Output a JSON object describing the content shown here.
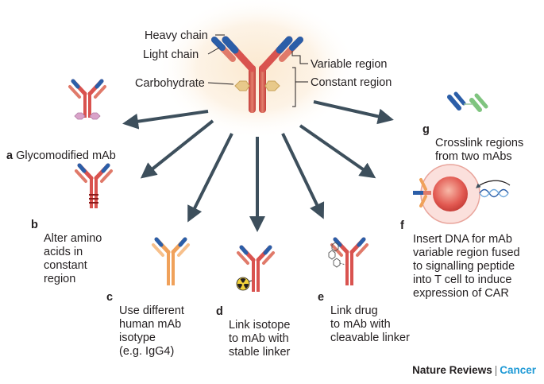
{
  "center_labels": {
    "heavy_chain": "Heavy chain",
    "light_chain": "Light chain",
    "carbohydrate": "Carbohydrate",
    "variable_region": "Variable region",
    "constant_region": "Constant region"
  },
  "items": [
    {
      "letter": "a",
      "text": "Glycomodified mAb"
    },
    {
      "letter": "b",
      "text": "Alter amino\nacids in\nconstant\nregion"
    },
    {
      "letter": "c",
      "text": "Use different\nhuman mAb\nisotype\n(e.g. IgG4)"
    },
    {
      "letter": "d",
      "text": "Link isotope\nto mAb with\nstable linker"
    },
    {
      "letter": "e",
      "text": "Link drug\nto mAb with\ncleavable linker"
    },
    {
      "letter": "f",
      "text": "Insert DNA for mAb\nvariable region fused\nto signalling peptide\ninto T cell to induce\nexpression of CAR"
    },
    {
      "letter": "g",
      "text": "Crosslink regions\nfrom two mAbs"
    }
  ],
  "credit": {
    "journal": "Nature Reviews",
    "separator": "|",
    "section": "Cancer"
  },
  "colors": {
    "heavy_chain_red": "#d9534f",
    "variable_blue": "#2b5ea8",
    "arrow": "#3d4f5c",
    "carbohydrate": "#e8c98a",
    "glyco_pink": "#d9a3c9",
    "isotype_orange": "#f0a15a",
    "crosslink_green": "#7fc47f",
    "cell": "#e55353",
    "credit_accent": "#1f9ad6"
  }
}
